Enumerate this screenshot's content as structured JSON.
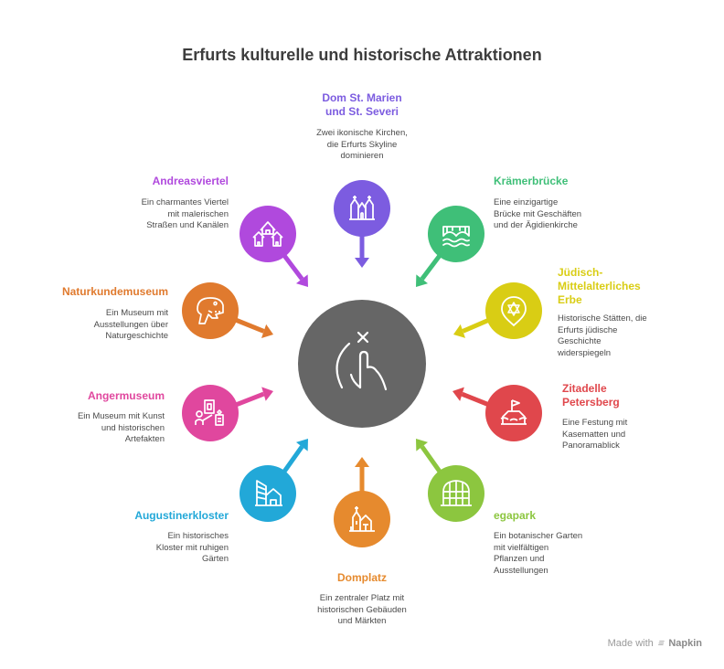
{
  "title": "Erfurts kulturelle und historische Attraktionen",
  "center": {
    "icon": "tap-gesture-icon",
    "color": "#666666"
  },
  "items": [
    {
      "id": "dom",
      "label": "Dom St. Marien\nund St. Severi",
      "desc": "Zwei ikonische Kirchen,\ndie Erfurts Skyline\ndominieren",
      "color": "#7c5ce0",
      "icon": "cathedral-icon"
    },
    {
      "id": "kraemer",
      "label": "Krämerbrücke",
      "desc": "Eine einzigartige\nBrücke mit Geschäften\nund der Ägidienkirche",
      "color": "#3fbf78",
      "icon": "bridge-icon"
    },
    {
      "id": "juedisch",
      "label": "Jüdisch-\nMittelalterliches\nErbe",
      "desc": "Historische Stätten, die\nErfurts jüdische\nGeschichte\nwiderspiegeln",
      "color": "#d9cd14",
      "icon": "star-of-david-icon"
    },
    {
      "id": "zitadelle",
      "label": "Zitadelle\nPetersberg",
      "desc": "Eine Festung mit\nKasematten und\nPanoramablick",
      "color": "#e0474c",
      "icon": "fortress-icon"
    },
    {
      "id": "ega",
      "label": "egapark",
      "desc": "Ein botanischer Garten\nmit vielfältigen\nPflanzen und\nAusstellungen",
      "color": "#8cc63f",
      "icon": "greenhouse-icon"
    },
    {
      "id": "domplatz",
      "label": "Domplatz",
      "desc": "Ein zentraler Platz mit\nhistorischen Gebäuden\nund Märkten",
      "color": "#e68a2e",
      "icon": "church-square-icon"
    },
    {
      "id": "augustiner",
      "label": "Augustinerkloster",
      "desc": "Ein historisches\nKloster mit ruhigen\nGärten",
      "color": "#22a8d8",
      "icon": "monastery-icon"
    },
    {
      "id": "anger",
      "label": "Angermuseum",
      "desc": "Ein Museum mit Kunst\nund historischen\nArtefakten",
      "color": "#e0479e",
      "icon": "art-museum-icon"
    },
    {
      "id": "natur",
      "label": "Naturkundemuseum",
      "desc": "Ein Museum mit\nAusstellungen über\nNaturgeschichte",
      "color": "#e07a2e",
      "icon": "dinosaur-icon"
    },
    {
      "id": "andreas",
      "label": "Andreasviertel",
      "desc": "Ein charmantes Viertel\nmit malerischen\nStraßen und Kanälen",
      "color": "#b049dd",
      "icon": "houses-icon"
    }
  ],
  "footer": {
    "text": "Made with",
    "brand": "Napkin"
  }
}
